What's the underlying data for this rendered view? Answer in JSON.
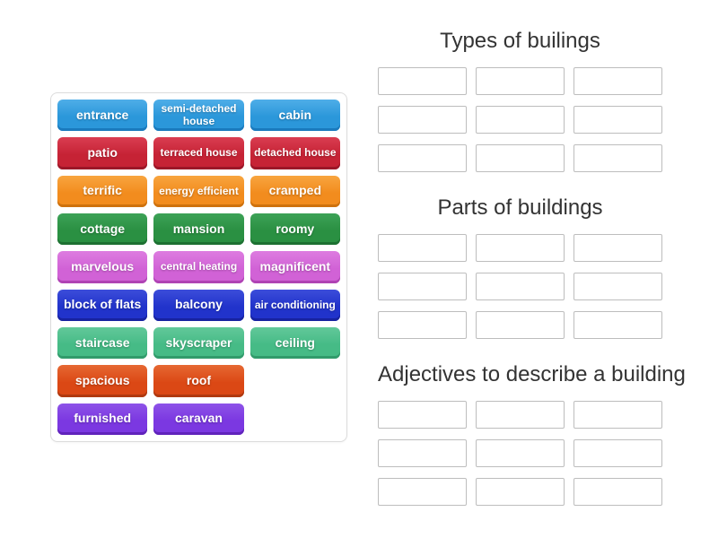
{
  "palette": {
    "blue": {
      "light": "#4FAEE8",
      "base": "#2B97DA",
      "dark": "#1A7ABD"
    },
    "crimson": {
      "light": "#DA3D51",
      "base": "#C62335",
      "dark": "#9C1728"
    },
    "orange": {
      "light": "#F8A53F",
      "base": "#F28C1E",
      "dark": "#CE710D"
    },
    "green": {
      "light": "#3DA257",
      "base": "#2A9042",
      "dark": "#1D7132"
    },
    "orchid": {
      "light": "#DD7CE0",
      "base": "#D162D6",
      "dark": "#AF43B4"
    },
    "royal_blue": {
      "light": "#3C4DDA",
      "base": "#2133CB",
      "dark": "#1722A0"
    },
    "sea_green": {
      "light": "#62C89A",
      "base": "#46BB86",
      "dark": "#319B6B"
    },
    "orange_red": {
      "light": "#E66832",
      "base": "#DB4815",
      "dark": "#B0390F"
    },
    "purple": {
      "light": "#8E53E8",
      "base": "#7B38E1",
      "dark": "#6023BB"
    }
  },
  "tile_rows": [
    {
      "color": "blue",
      "tiles": [
        {
          "label": "entrance"
        },
        {
          "label": "semi-detached house",
          "two_line": true
        },
        {
          "label": "cabin"
        }
      ]
    },
    {
      "color": "crimson",
      "tiles": [
        {
          "label": "patio"
        },
        {
          "label": "terraced house",
          "two_line": true
        },
        {
          "label": "detached house",
          "two_line": true
        }
      ]
    },
    {
      "color": "orange",
      "tiles": [
        {
          "label": "terrific"
        },
        {
          "label": "energy efficient",
          "two_line": true
        },
        {
          "label": "cramped"
        }
      ]
    },
    {
      "color": "green",
      "tiles": [
        {
          "label": "cottage"
        },
        {
          "label": "mansion"
        },
        {
          "label": "roomy"
        }
      ]
    },
    {
      "color": "orchid",
      "tiles": [
        {
          "label": "marvelous"
        },
        {
          "label": "central heating",
          "two_line": true
        },
        {
          "label": "magnificent"
        }
      ]
    },
    {
      "color": "royal_blue",
      "tiles": [
        {
          "label": "block of flats"
        },
        {
          "label": "balcony"
        },
        {
          "label": "air conditioning",
          "two_line": true
        }
      ]
    },
    {
      "color": "sea_green",
      "tiles": [
        {
          "label": "staircase"
        },
        {
          "label": "skyscraper"
        },
        {
          "label": "ceiling"
        }
      ]
    },
    {
      "color": "orange_red",
      "tiles": [
        {
          "label": "spacious"
        },
        {
          "label": "roof"
        }
      ]
    },
    {
      "color": "purple",
      "tiles": [
        {
          "label": "furnished"
        },
        {
          "label": "caravan"
        }
      ]
    }
  ],
  "groups": [
    {
      "title": "Types of builings",
      "rows": 3,
      "cols": 3
    },
    {
      "title": "Parts of buildings",
      "rows": 3,
      "cols": 3
    },
    {
      "title": "Adjectives to describe a building",
      "rows": 3,
      "cols": 3
    }
  ],
  "styles": {
    "heading_color": "#333333",
    "slot_border": "#bdbdbd",
    "panel_border": "#dcdcdc",
    "tile_text": "#ffffff",
    "page_background": "#ffffff"
  }
}
